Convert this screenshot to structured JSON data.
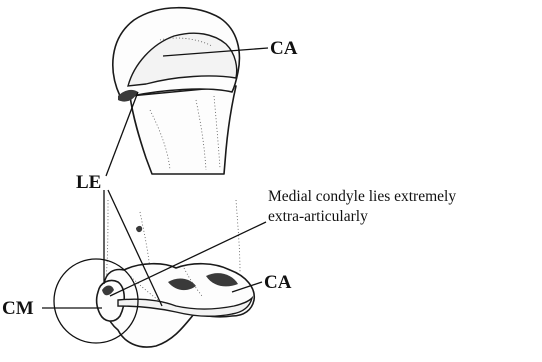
{
  "labels": {
    "ca_top": "CA",
    "le": "LE",
    "note_line1": "Medial condyle lies extremely",
    "note_line2": "extra-articularly",
    "ca_bottom": "CA",
    "cm": "CM"
  }
}
